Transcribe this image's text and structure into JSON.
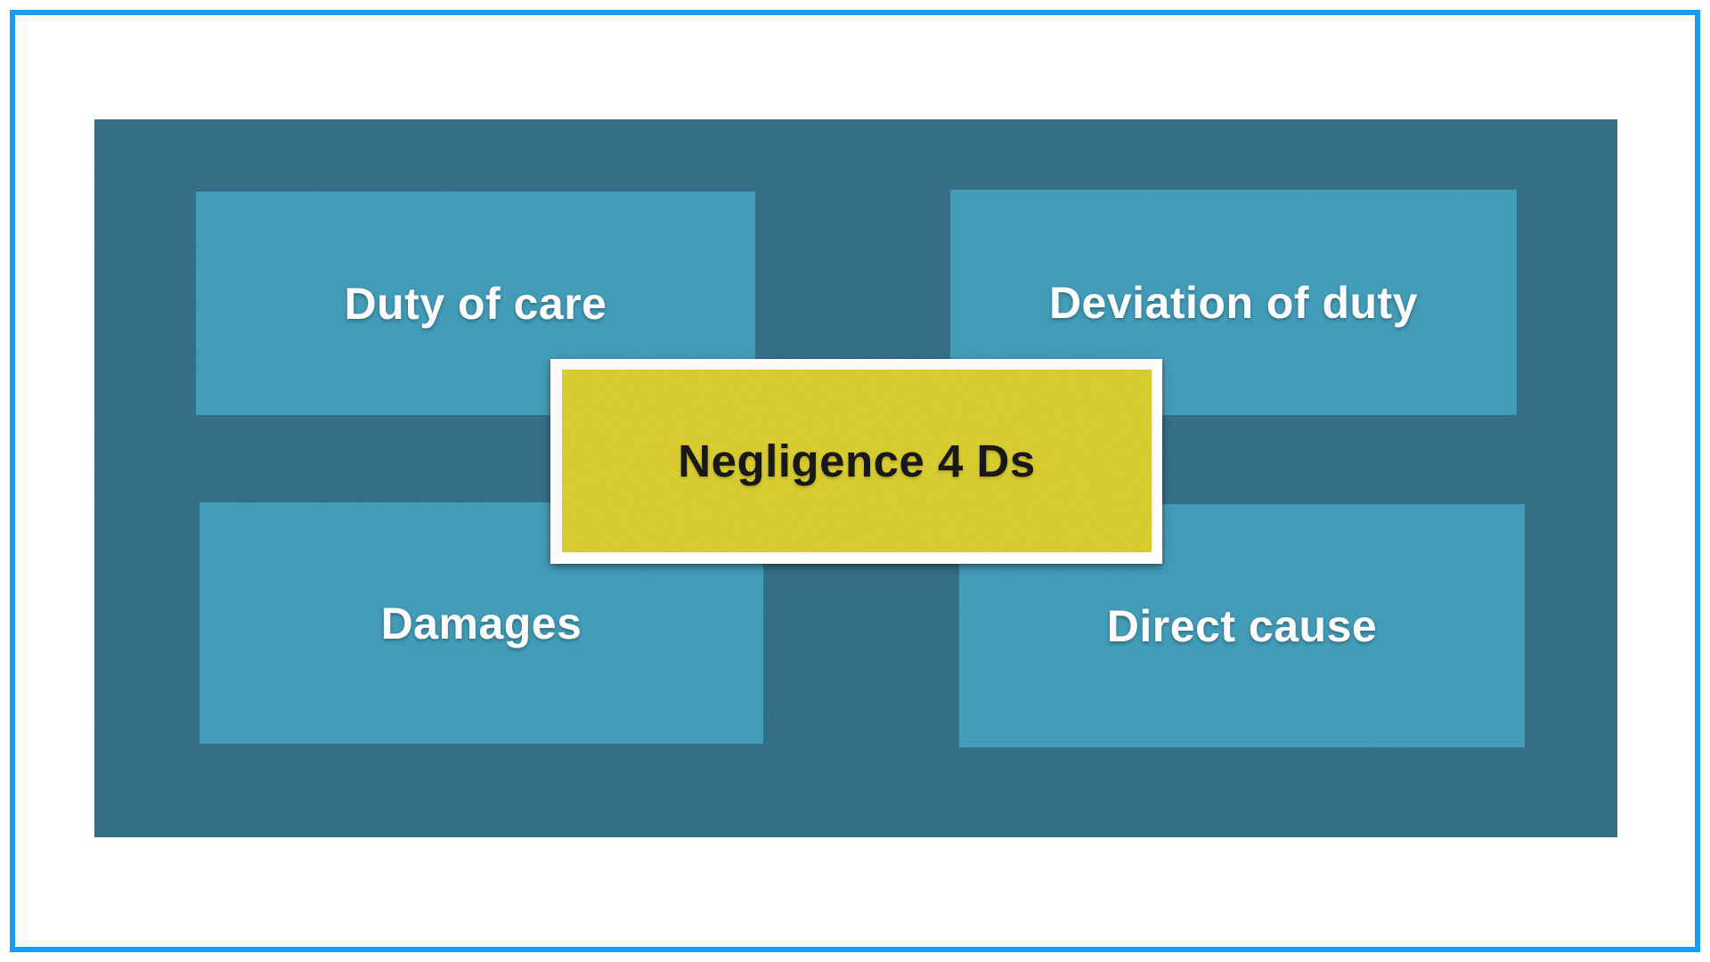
{
  "slide": {
    "frame_color": "#189BF2",
    "backdrop_color": "#2F6B84",
    "box_color": "#3D9BB8",
    "text_color": "#FFFFFF",
    "boxes": [
      {
        "label": "Duty of care"
      },
      {
        "label": "Deviation of duty"
      },
      {
        "label": "Damages"
      },
      {
        "label": "Direct cause"
      }
    ],
    "center": {
      "label": "Negligence 4 Ds",
      "fill_color": "#D9CC2A",
      "frame_color": "#FFFFFF",
      "text_color": "#111111"
    }
  }
}
